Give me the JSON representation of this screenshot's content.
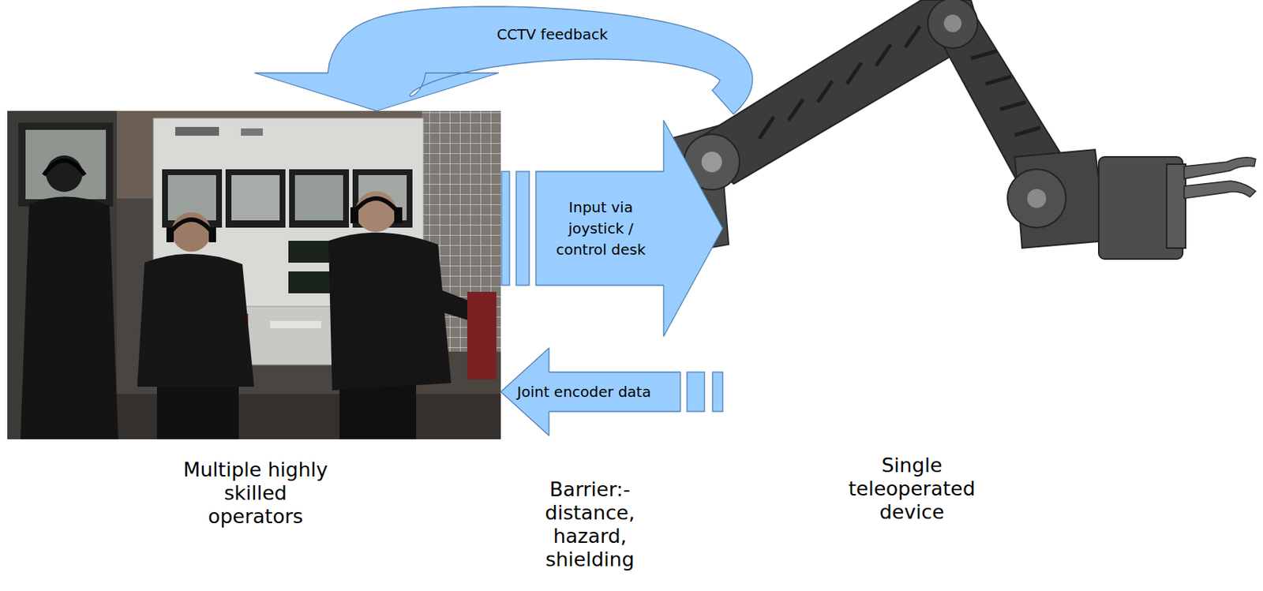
{
  "diagram": {
    "nodes": [
      {
        "text": [
          "Multiple highly skilled operators"
        ]
      },
      {
        "text": [
          "Single teleoperated device"
        ]
      }
    ],
    "edges": [
      {
        "from": 1,
        "to": 0,
        "arrow": "to",
        "label": "CCTV feedback"
      },
      {
        "from": 0,
        "to": 1,
        "arrow": "to",
        "label": "Input via joystick / control desk"
      },
      {
        "from": 1,
        "to": 0,
        "arrow": "to",
        "label": "Joint encoder data"
      }
    ],
    "labels": [
      "Barrier:- distance, hazard, shielding"
    ]
  }
}
